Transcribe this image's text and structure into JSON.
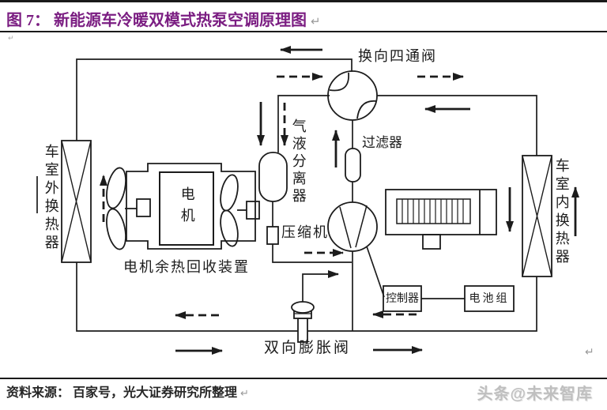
{
  "page": {
    "title": {
      "figure_label": "图 7：",
      "title_text": "新能源车冷暖双模式热泵空调原理图",
      "return_mark": "↵",
      "small_return_mark": "↵"
    },
    "footer": {
      "source_text": "资料来源： 百家号，光大证券研究所整理",
      "return_mark": "↵",
      "watermark": "头条@未来智库"
    }
  },
  "diagram": {
    "return_mark": "↵",
    "labels": {
      "four_way_valve": "换向四通阀",
      "filter": "过滤器",
      "gas_liquid_separator": "气液分离器",
      "compressor": "压缩机",
      "motor": "电机",
      "motor_heat_recovery": "电机余热回收装置",
      "cabin_outside_heat_exchanger": "车室外换热器",
      "cabin_inside_heat_exchanger": "车室内换热器",
      "controller": "控制器",
      "battery_pack": "电池组",
      "bidirectional_expansion_valve": "双向膨胀阀"
    }
  },
  "colors": {
    "title": "#7b1e82",
    "diagram_line": "#1c1c1c",
    "rule": "#1a1a1a",
    "watermark": "#bfbfbf"
  }
}
